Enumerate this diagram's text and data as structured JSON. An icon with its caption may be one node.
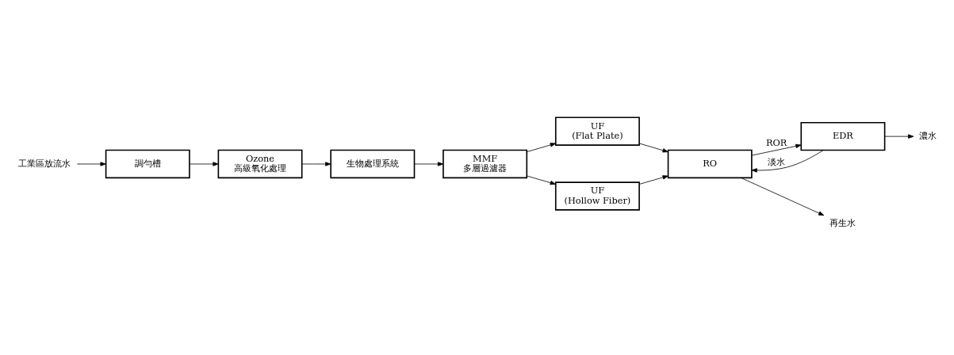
{
  "diagram": {
    "nodes": [
      {
        "text": [
          "工業區放流水"
        ]
      },
      {
        "text": [
          "調勻槽"
        ]
      },
      {
        "text": [
          "Ozone",
          "高級氧化處理"
        ]
      },
      {
        "text": [
          "生物處理系統"
        ]
      },
      {
        "text": [
          "MMF",
          "多層過濾器"
        ]
      },
      {
        "text": [
          "UF",
          "(Flat Plate)"
        ]
      },
      {
        "text": [
          "UF",
          "(Hollow Fiber)"
        ]
      },
      {
        "text": [
          "RO"
        ]
      },
      {
        "text": [
          "EDR"
        ]
      },
      {
        "text": [
          "再生水"
        ]
      },
      {
        "text": [
          "濃水"
        ]
      }
    ],
    "edges": [
      {
        "from": 0,
        "to": 1,
        "arrow": "to"
      },
      {
        "from": 1,
        "to": 2,
        "arrow": "to"
      },
      {
        "from": 2,
        "to": 3,
        "arrow": "to"
      },
      {
        "from": 3,
        "to": 4,
        "arrow": "to"
      },
      {
        "from": 4,
        "to": 5,
        "arrow": "to"
      },
      {
        "from": 4,
        "to": 6,
        "arrow": "to"
      },
      {
        "from": 5,
        "to": 7,
        "arrow": "to"
      },
      {
        "from": 6,
        "to": 7,
        "arrow": "to"
      },
      {
        "from": 7,
        "to": 8,
        "arrow": "to",
        "label": "ROR"
      },
      {
        "from": 8,
        "to": 7,
        "arrow": "to",
        "label": "淡水"
      },
      {
        "from": 7,
        "to": 9,
        "arrow": "to"
      },
      {
        "from": 8,
        "to": 10,
        "arrow": "to"
      }
    ]
  }
}
